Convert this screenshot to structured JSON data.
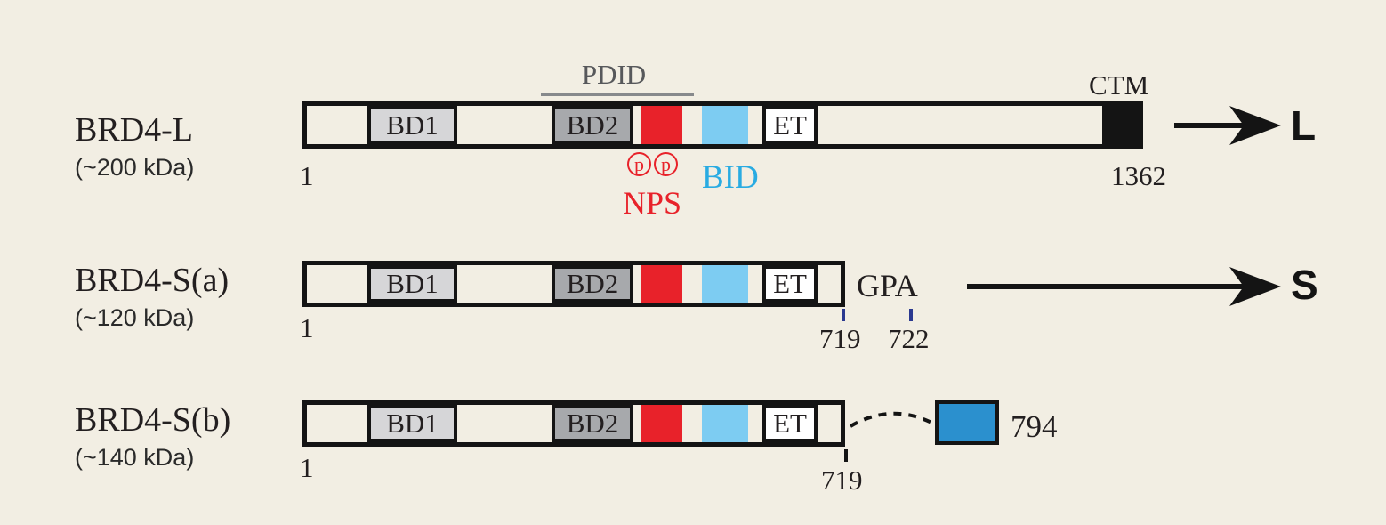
{
  "figure": {
    "background": "#f2eee3",
    "colors": {
      "outline": "#141414",
      "bd1_fill": "#d6d6d8",
      "bd2_fill": "#a7a9ac",
      "nps_red": "#e8222a",
      "bid_fill": "#7dccf2",
      "bid_text": "#29abe2",
      "exon_blue": "#2b90ce",
      "tick_navy": "#2b3990",
      "pdid_gray": "#57585b"
    },
    "domain_labels": {
      "bd1": "BD1",
      "bd2": "BD2",
      "et": "ET"
    },
    "isoforms": [
      {
        "name": "BRD4-L",
        "mass": "(~200 kDa)",
        "start": "1",
        "end": "1362",
        "pdid": "PDID",
        "ctm": "CTM",
        "phospho": "p",
        "nps": "NPS",
        "bid": "BID",
        "arrow_label": "L"
      },
      {
        "name": "BRD4-S(a)",
        "mass": "(~120 kDa)",
        "start": "1",
        "gpa": "GPA",
        "pos_719": "719",
        "pos_722": "722",
        "arrow_label": "S"
      },
      {
        "name": "BRD4-S(b)",
        "mass": "(~140 kDa)",
        "start": "1",
        "pos_719": "719",
        "exon_end": "794"
      }
    ]
  }
}
